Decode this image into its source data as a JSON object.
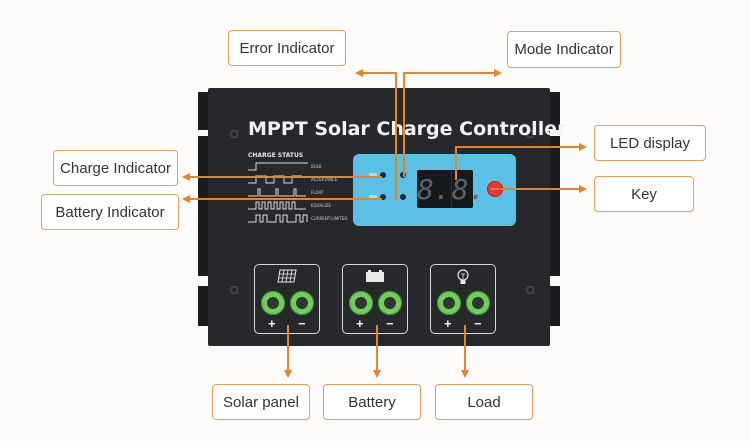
{
  "device": {
    "title": "MPPT Solar Charge Controller",
    "charge_status": {
      "heading": "CHARGE STATUS",
      "modes": [
        "BULK",
        "ACCEPTANCE",
        "FLOAT",
        "EQUALIZE",
        "CURRENT-LIMITED"
      ]
    },
    "display": {
      "digits": [
        "8.",
        "8."
      ]
    },
    "key_label": "MENU",
    "terminals": [
      {
        "name": "solar",
        "icon": "solar-panel-icon",
        "plus": "+",
        "minus": "−"
      },
      {
        "name": "battery",
        "icon": "battery-icon",
        "plus": "+",
        "minus": "−"
      },
      {
        "name": "load",
        "icon": "bulb-icon",
        "plus": "+",
        "minus": "−"
      }
    ]
  },
  "callouts": {
    "error_indicator": "Error Indicator",
    "mode_indicator": "Mode Indicator",
    "charge_indicator": "Charge Indicator",
    "battery_indicator": "Battery Indicator",
    "led_display": "LED display",
    "key": "Key",
    "solar_panel": "Solar panel",
    "battery": "Battery",
    "load": "Load"
  },
  "colors": {
    "arrow": "#e8832a",
    "callout_border": "#e8a060",
    "panel": "#5bc0e6",
    "terminal_green": "#6fcf5a",
    "key_red": "#e8362e",
    "device_body": "#26282b"
  }
}
